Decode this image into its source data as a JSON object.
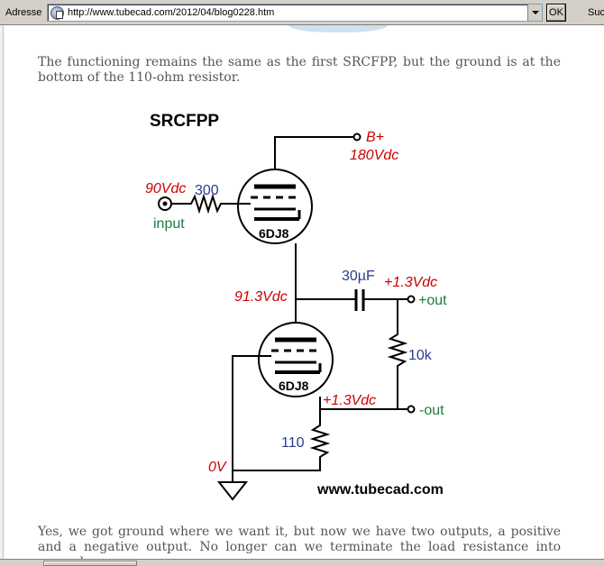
{
  "browser": {
    "address_label": "Adresse",
    "url": "http://www.tubecad.com/2012/04/blog0228.htm",
    "go_label": "OK",
    "right_label": "Suc"
  },
  "content": {
    "para1": "The functioning remains the same as the first SRCFPP, but the ground is at the bottom of the 110-ohm resistor.",
    "para2": "Yes, we got ground where we want it, but now we have two outputs, a positive and a negative output. No longer can we terminate the load resistance into ground;"
  },
  "schematic": {
    "title": "SRCFPP",
    "bplus": "B+",
    "bplus_voltage": "180Vdc",
    "input_voltage": "90Vdc",
    "input_resistor": "300",
    "input_label": "input",
    "top_tube": "6DJ8",
    "mid_voltage": "91.3Vdc",
    "capacitor": "30µF",
    "out_voltage_pos": "+1.3Vdc",
    "out_pos_label": "+out",
    "load_resistor": "10k",
    "bottom_tube": "6DJ8",
    "cathode_voltage": "+1.3Vdc",
    "out_neg_label": "-out",
    "cathode_resistor": "110",
    "ground_voltage": "0V",
    "website": "www.tubecad.com"
  }
}
